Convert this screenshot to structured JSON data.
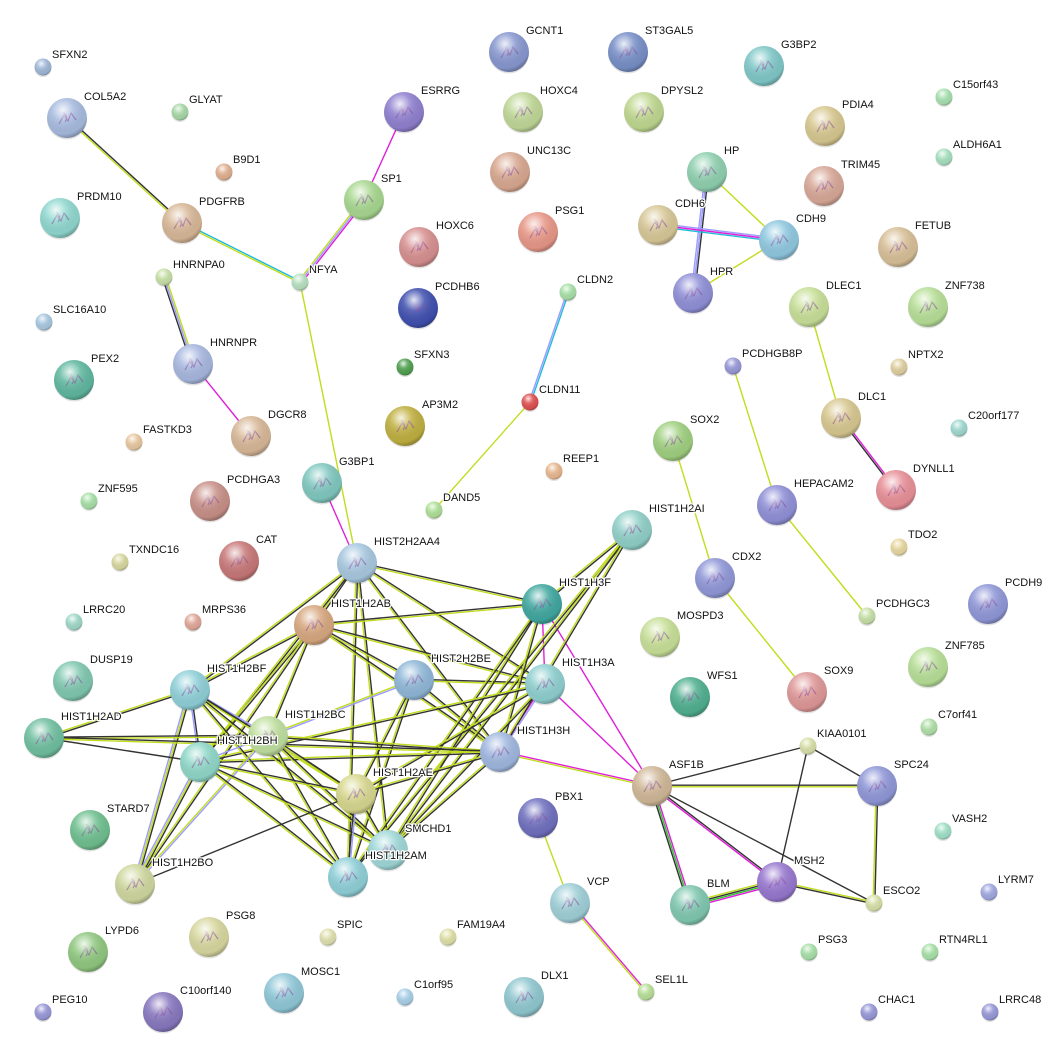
{
  "edge_colors": {
    "k": "#333333",
    "y": "#c2dc1e",
    "m": "#e020d8",
    "b": "#9a9cff",
    "c": "#22bcd8",
    "g": "#30c030"
  },
  "nodes": [
    {
      "id": "SFXN2",
      "color": "#9fb8d8",
      "structure": false
    },
    {
      "id": "COL5A2",
      "color": "#a8bce0",
      "structure": true
    },
    {
      "id": "GLYAT",
      "color": "#a8d8a8",
      "structure": false
    },
    {
      "id": "B9D1",
      "color": "#e0b090",
      "structure": false
    },
    {
      "id": "PRDM10",
      "color": "#90d8d0",
      "structure": true
    },
    {
      "id": "PDGFRB",
      "color": "#d8b898",
      "structure": true
    },
    {
      "id": "HNRNPA0",
      "color": "#c8e0a8",
      "structure": false
    },
    {
      "id": "NFYA",
      "color": "#b8e0c0",
      "structure": false
    },
    {
      "id": "SLC16A10",
      "color": "#a8c8e0",
      "structure": false
    },
    {
      "id": "HNRNPR",
      "color": "#a8b8e0",
      "structure": true
    },
    {
      "id": "PEX2",
      "color": "#60b8a0",
      "structure": true
    },
    {
      "id": "DGCR8",
      "color": "#d8b898",
      "structure": true
    },
    {
      "id": "FASTKD3",
      "color": "#e8c8a0",
      "structure": false
    },
    {
      "id": "ZNF595",
      "color": "#a8e0a8",
      "structure": false
    },
    {
      "id": "PCDHGA3",
      "color": "#c89088",
      "structure": true
    },
    {
      "id": "TXNDC16",
      "color": "#d8d8a0",
      "structure": false
    },
    {
      "id": "CAT",
      "color": "#c87878",
      "structure": true
    },
    {
      "id": "LRRC20",
      "color": "#a0d8c8",
      "structure": false
    },
    {
      "id": "MRPS36",
      "color": "#e0a898",
      "structure": false
    },
    {
      "id": "DUSP19",
      "color": "#80c8b0",
      "structure": true
    },
    {
      "id": "HIST1H2BF",
      "color": "#90d0d8",
      "structure": true
    },
    {
      "id": "HIST1H2AD",
      "color": "#70c0a0",
      "structure": true
    },
    {
      "id": "HIST1H2BC",
      "color": "#c0e0a0",
      "structure": true
    },
    {
      "id": "HIST1H2BH",
      "color": "#90d8c8",
      "structure": true
    },
    {
      "id": "HIST2H2AA4",
      "color": "#a8c8e0",
      "structure": true
    },
    {
      "id": "HIST1H2AB",
      "color": "#d8a880",
      "structure": true
    },
    {
      "id": "HIST2H2BE",
      "color": "#90b8d8",
      "structure": true
    },
    {
      "id": "HIST1H3F",
      "color": "#40a8a0",
      "structure": true
    },
    {
      "id": "HIST1H3A",
      "color": "#90d0d0",
      "structure": true
    },
    {
      "id": "HIST1H3H",
      "color": "#a0b8e0",
      "structure": true
    },
    {
      "id": "HIST1H2AE",
      "color": "#d8d890",
      "structure": true
    },
    {
      "id": "SMCHD1",
      "color": "#a0d8d8",
      "structure": true
    },
    {
      "id": "HIST1H2AM",
      "color": "#90d0d8",
      "structure": true
    },
    {
      "id": "HIST1H2BO",
      "color": "#d0d8a0",
      "structure": true
    },
    {
      "id": "STARD7",
      "color": "#70c090",
      "structure": true
    },
    {
      "id": "HIST1H2AI",
      "color": "#90d0c8",
      "structure": true
    },
    {
      "id": "G3BP1",
      "color": "#80c8c0",
      "structure": true
    },
    {
      "id": "DAND5",
      "color": "#b0e098",
      "structure": false
    },
    {
      "id": "CLDN11",
      "color": "#e05050",
      "structure": false
    },
    {
      "id": "CLDN2",
      "color": "#a8e0a8",
      "structure": false
    },
    {
      "id": "SFXN3",
      "color": "#50a050",
      "structure": false
    },
    {
      "id": "AP3M2",
      "color": "#c0b040",
      "structure": true
    },
    {
      "id": "PCDHB6",
      "color": "#4050b0",
      "structure": true
    },
    {
      "id": "HOXC6",
      "color": "#d89090",
      "structure": true
    },
    {
      "id": "SP1",
      "color": "#a8d890",
      "structure": true
    },
    {
      "id": "ESRRG",
      "color": "#9080d0",
      "structure": true
    },
    {
      "id": "GCNT1",
      "color": "#8898d0",
      "structure": true
    },
    {
      "id": "HOXC4",
      "color": "#c0d898",
      "structure": true
    },
    {
      "id": "UNC13C",
      "color": "#d8a890",
      "structure": true
    },
    {
      "id": "PSG1",
      "color": "#e89888",
      "structure": true
    },
    {
      "id": "ST3GAL5",
      "color": "#7890c8",
      "structure": true
    },
    {
      "id": "DPYSL2",
      "color": "#c0d890",
      "structure": true
    },
    {
      "id": "G3BP2",
      "color": "#80c8c8",
      "structure": true
    },
    {
      "id": "C15orf43",
      "color": "#a8e0b0",
      "structure": false
    },
    {
      "id": "PDIA4",
      "color": "#d8c890",
      "structure": true
    },
    {
      "id": "ALDH6A1",
      "color": "#a8e0c0",
      "structure": false
    },
    {
      "id": "HP",
      "color": "#90d0b0",
      "structure": true
    },
    {
      "id": "TRIM45",
      "color": "#d8a898",
      "structure": true
    },
    {
      "id": "CDH6",
      "color": "#d8c898",
      "structure": true
    },
    {
      "id": "CDH9",
      "color": "#90c8e0",
      "structure": true
    },
    {
      "id": "FETUB",
      "color": "#d8c098",
      "structure": true
    },
    {
      "id": "HPR",
      "color": "#9090d8",
      "structure": true
    },
    {
      "id": "DLEC1",
      "color": "#c8e098",
      "structure": true
    },
    {
      "id": "ZNF738",
      "color": "#b8e098",
      "structure": true
    },
    {
      "id": "PCDHGB8P",
      "color": "#9898d8",
      "structure": false
    },
    {
      "id": "NPTX2",
      "color": "#e0d0a0",
      "structure": false
    },
    {
      "id": "DLC1",
      "color": "#d8c890",
      "structure": true
    },
    {
      "id": "C20orf177",
      "color": "#a0d8d0",
      "structure": false
    },
    {
      "id": "SOX2",
      "color": "#a0d080",
      "structure": true
    },
    {
      "id": "REEP1",
      "color": "#e8b890",
      "structure": false
    },
    {
      "id": "DYNLL1",
      "color": "#e89098",
      "structure": true
    },
    {
      "id": "HEPACAM2",
      "color": "#9090d8",
      "structure": true
    },
    {
      "id": "TDO2",
      "color": "#e8d8a0",
      "structure": false
    },
    {
      "id": "CDX2",
      "color": "#9098d8",
      "structure": true
    },
    {
      "id": "PCDH9",
      "color": "#9098d8",
      "structure": true
    },
    {
      "id": "PCDHGC3",
      "color": "#c8e0a8",
      "structure": false
    },
    {
      "id": "MOSPD3",
      "color": "#c8e098",
      "structure": true
    },
    {
      "id": "ZNF785",
      "color": "#b8e098",
      "structure": true
    },
    {
      "id": "SOX9",
      "color": "#e09898",
      "structure": true
    },
    {
      "id": "WFS1",
      "color": "#50b090",
      "structure": true
    },
    {
      "id": "C7orf41",
      "color": "#b0e0a8",
      "structure": false
    },
    {
      "id": "KIAA0101",
      "color": "#d8e0a8",
      "structure": false
    },
    {
      "id": "ASF1B",
      "color": "#d0b898",
      "structure": true
    },
    {
      "id": "SPC24",
      "color": "#9098d8",
      "structure": true
    },
    {
      "id": "PBX1",
      "color": "#7070c0",
      "structure": true
    },
    {
      "id": "VASH2",
      "color": "#a0e0c8",
      "structure": false
    },
    {
      "id": "MSH2",
      "color": "#9878d0",
      "structure": true
    },
    {
      "id": "BLM",
      "color": "#80c8b0",
      "structure": true
    },
    {
      "id": "ESCO2",
      "color": "#d8e0a8",
      "structure": false
    },
    {
      "id": "LYRM7",
      "color": "#a0a8e0",
      "structure": false
    },
    {
      "id": "VCP",
      "color": "#a0d0d8",
      "structure": true
    },
    {
      "id": "LYPD6",
      "color": "#90c880",
      "structure": true
    },
    {
      "id": "PSG8",
      "color": "#d8d8a0",
      "structure": true
    },
    {
      "id": "SPIC",
      "color": "#e0e0b0",
      "structure": false
    },
    {
      "id": "FAM19A4",
      "color": "#e0e0a8",
      "structure": false
    },
    {
      "id": "PSG3",
      "color": "#a8e0a8",
      "structure": false
    },
    {
      "id": "RTN4RL1",
      "color": "#a8e0a8",
      "structure": false
    },
    {
      "id": "SEL1L",
      "color": "#b8e098",
      "structure": false
    },
    {
      "id": "C1orf95",
      "color": "#a8d0e8",
      "structure": false
    },
    {
      "id": "DLX1",
      "color": "#90c8d0",
      "structure": true
    },
    {
      "id": "MOSC1",
      "color": "#90c8d8",
      "structure": true
    },
    {
      "id": "C10orf140",
      "color": "#8878c0",
      "structure": true
    },
    {
      "id": "PEG10",
      "color": "#9898d8",
      "structure": false
    },
    {
      "id": "CHAC1",
      "color": "#9898d8",
      "structure": false
    },
    {
      "id": "LRRC48",
      "color": "#9898d8",
      "structure": false
    }
  ],
  "edges": [
    [
      "COL5A2",
      "PDGFRB",
      "ky"
    ],
    [
      "PDGFRB",
      "NFYA",
      "cy"
    ],
    [
      "ESRRG",
      "SP1",
      "m"
    ],
    [
      "SP1",
      "NFYA",
      "mby"
    ],
    [
      "NFYA",
      "HIST2H2AA4",
      "y"
    ],
    [
      "HNRNPA0",
      "HNRNPR",
      "ybk"
    ],
    [
      "HNRNPR",
      "DGCR8",
      "m"
    ],
    [
      "G3BP1",
      "HIST2H2AA4",
      "m"
    ],
    [
      "CLDN2",
      "CLDN11",
      "cb"
    ],
    [
      "CLDN11",
      "DAND5",
      "y"
    ],
    [
      "HP",
      "CDH9",
      "y"
    ],
    [
      "HP",
      "HPR",
      "kbb"
    ],
    [
      "CDH6",
      "CDH9",
      "bmc"
    ],
    [
      "CDH9",
      "HPR",
      "y"
    ],
    [
      "DLEC1",
      "DLC1",
      "y"
    ],
    [
      "DLC1",
      "DYNLL1",
      "mk"
    ],
    [
      "PCDHGB8P",
      "HEPACAM2",
      "y"
    ],
    [
      "HEPACAM2",
      "PCDHGC3",
      "y"
    ],
    [
      "SOX2",
      "CDX2",
      "y"
    ],
    [
      "CDX2",
      "SOX9",
      "y"
    ],
    [
      "PBX1",
      "VCP",
      "y"
    ],
    [
      "VCP",
      "SEL1L",
      "my"
    ],
    [
      "HIST1H3F",
      "ASF1B",
      "m"
    ],
    [
      "HIST1H3A",
      "ASF1B",
      "m"
    ],
    [
      "HIST1H3H",
      "ASF1B",
      "my"
    ],
    [
      "ASF1B",
      "KIAA0101",
      "k"
    ],
    [
      "ASF1B",
      "SPC24",
      "ky"
    ],
    [
      "ASF1B",
      "MSH2",
      "km"
    ],
    [
      "ASF1B",
      "BLM",
      "mgk"
    ],
    [
      "ASF1B",
      "ESCO2",
      "k"
    ],
    [
      "KIAA0101",
      "SPC24",
      "k"
    ],
    [
      "KIAA0101",
      "MSH2",
      "k"
    ],
    [
      "SPC24",
      "ESCO2",
      "ky"
    ],
    [
      "MSH2",
      "BLM",
      "mgky"
    ],
    [
      "MSH2",
      "ESCO2",
      "yk"
    ],
    [
      "HIST1H3H",
      "HIST1H3A",
      "mb"
    ],
    [
      "HIST1H3F",
      "HIST1H3A",
      "m"
    ],
    [
      "HIST2H2AA4",
      "HIST1H2AB",
      "ky"
    ],
    [
      "HIST2H2AA4",
      "HIST1H2BF",
      "ky"
    ],
    [
      "HIST2H2AA4",
      "HIST1H2BH",
      "ky"
    ],
    [
      "HIST2H2AA4",
      "HIST1H3F",
      "ky"
    ],
    [
      "HIST2H2AA4",
      "HIST1H3A",
      "ky"
    ],
    [
      "HIST2H2AA4",
      "SMCHD1",
      "ky"
    ],
    [
      "HIST2H2AA4",
      "HIST1H2AM",
      "ky"
    ],
    [
      "HIST2H2AA4",
      "HIST1H3H",
      "ky"
    ],
    [
      "HIST1H2AB",
      "HIST1H2BF",
      "ky"
    ],
    [
      "HIST1H2AB",
      "HIST1H2BC",
      "ky"
    ],
    [
      "HIST1H2AB",
      "HIST1H2BH",
      "ky"
    ],
    [
      "HIST1H2AB",
      "HIST1H2BO",
      "ky"
    ],
    [
      "HIST1H2AB",
      "HIST1H3F",
      "ky"
    ],
    [
      "HIST1H2AB",
      "HIST1H3A",
      "ky"
    ],
    [
      "HIST1H2AB",
      "HIST1H3H",
      "ky"
    ],
    [
      "HIST1H2AB",
      "HIST2H2BE",
      "ky"
    ],
    [
      "HIST2H2BE",
      "HIST1H2BC",
      "by"
    ],
    [
      "HIST2H2BE",
      "HIST1H2AE",
      "ky"
    ],
    [
      "HIST2H2BE",
      "HIST1H3H",
      "ky"
    ],
    [
      "HIST2H2BE",
      "HIST1H2AM",
      "ky"
    ],
    [
      "HIST2H2BE",
      "HIST1H3A",
      "ky"
    ],
    [
      "HIST1H2AI",
      "HIST1H3F",
      "ky"
    ],
    [
      "HIST1H2AI",
      "HIST1H2AM",
      "ky"
    ],
    [
      "HIST1H2AI",
      "SMCHD1",
      "ky"
    ],
    [
      "HIST1H2AI",
      "HIST1H3H",
      "ky"
    ],
    [
      "HIST1H3F",
      "SMCHD1",
      "ky"
    ],
    [
      "HIST1H3F",
      "HIST1H2AM",
      "ky"
    ],
    [
      "HIST1H3F",
      "HIST1H3H",
      "ky"
    ],
    [
      "HIST1H3A",
      "HIST1H2AE",
      "ky"
    ],
    [
      "HIST1H3A",
      "SMCHD1",
      "ky"
    ],
    [
      "HIST1H3A",
      "HIST1H2BH",
      "ky"
    ],
    [
      "HIST1H3H",
      "HIST1H2BC",
      "ky"
    ],
    [
      "HIST1H3H",
      "HIST1H2AE",
      "ky"
    ],
    [
      "HIST1H3H",
      "SMCHD1",
      "ky"
    ],
    [
      "HIST1H3H",
      "HIST1H2BH",
      "ky"
    ],
    [
      "HIST1H2BF",
      "HIST1H2AD",
      "ky"
    ],
    [
      "HIST1H2BF",
      "HIST1H2BC",
      "bk"
    ],
    [
      "HIST1H2BF",
      "HIST1H2BH",
      "kb"
    ],
    [
      "HIST1H2BF",
      "HIST1H2BO",
      "kyb"
    ],
    [
      "HIST1H2BF",
      "HIST1H2AE",
      "ky"
    ],
    [
      "HIST1H2BF",
      "HIST1H2AM",
      "ky"
    ],
    [
      "HIST1H2BF",
      "SMCHD1",
      "ky"
    ],
    [
      "HIST1H2AD",
      "HIST1H2BH",
      "k"
    ],
    [
      "HIST1H2AD",
      "HIST1H2BC",
      "ky"
    ],
    [
      "HIST1H2AD",
      "HIST1H3H",
      "ky"
    ],
    [
      "HIST1H2BC",
      "HIST1H2BH",
      "b"
    ],
    [
      "HIST1H2BC",
      "HIST1H2AE",
      "ky"
    ],
    [
      "HIST1H2BC",
      "HIST1H2AM",
      "ky"
    ],
    [
      "HIST1H2BC",
      "SMCHD1",
      "ky"
    ],
    [
      "HIST1H2BC",
      "HIST1H2BO",
      "by"
    ],
    [
      "HIST1H2BH",
      "HIST1H2AE",
      "ky"
    ],
    [
      "HIST1H2BH",
      "HIST1H2AM",
      "ky"
    ],
    [
      "HIST1H2BH",
      "SMCHD1",
      "ky"
    ],
    [
      "HIST1H2BH",
      "HIST1H2BO",
      "kyb"
    ],
    [
      "HIST1H2BO",
      "HIST1H2AE",
      "k"
    ],
    [
      "HIST1H2AE",
      "HIST1H2AM",
      "bk"
    ],
    [
      "HIST1H2AE",
      "SMCHD1",
      "ky"
    ]
  ]
}
